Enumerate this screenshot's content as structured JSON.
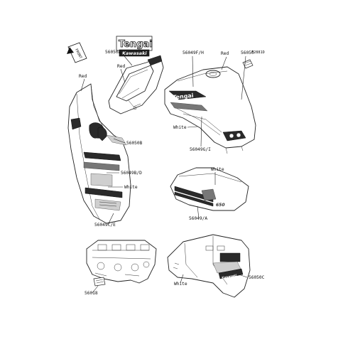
{
  "reference": "F2881D",
  "logo": {
    "brand_large": "Tengai",
    "brand_small": "Kawasaki"
  },
  "front_arrow": "FRONT",
  "labels": {
    "p56050A": "56050A",
    "p56049FH": "56049F/H",
    "red_top_left": "Red",
    "red_top_right": "Red",
    "p56050": "56050",
    "red_left": "Red",
    "p56050B": "56050B",
    "p56049GI": "56049G/I",
    "white_tank": "White",
    "p56049BD": "56049B/D",
    "white_fairing": "White",
    "white_side": "White",
    "p56049CE": "56049C/E",
    "p56049A": "56049/A",
    "p56050C": "56050C",
    "white_fender": "White",
    "p56018": "56018"
  }
}
